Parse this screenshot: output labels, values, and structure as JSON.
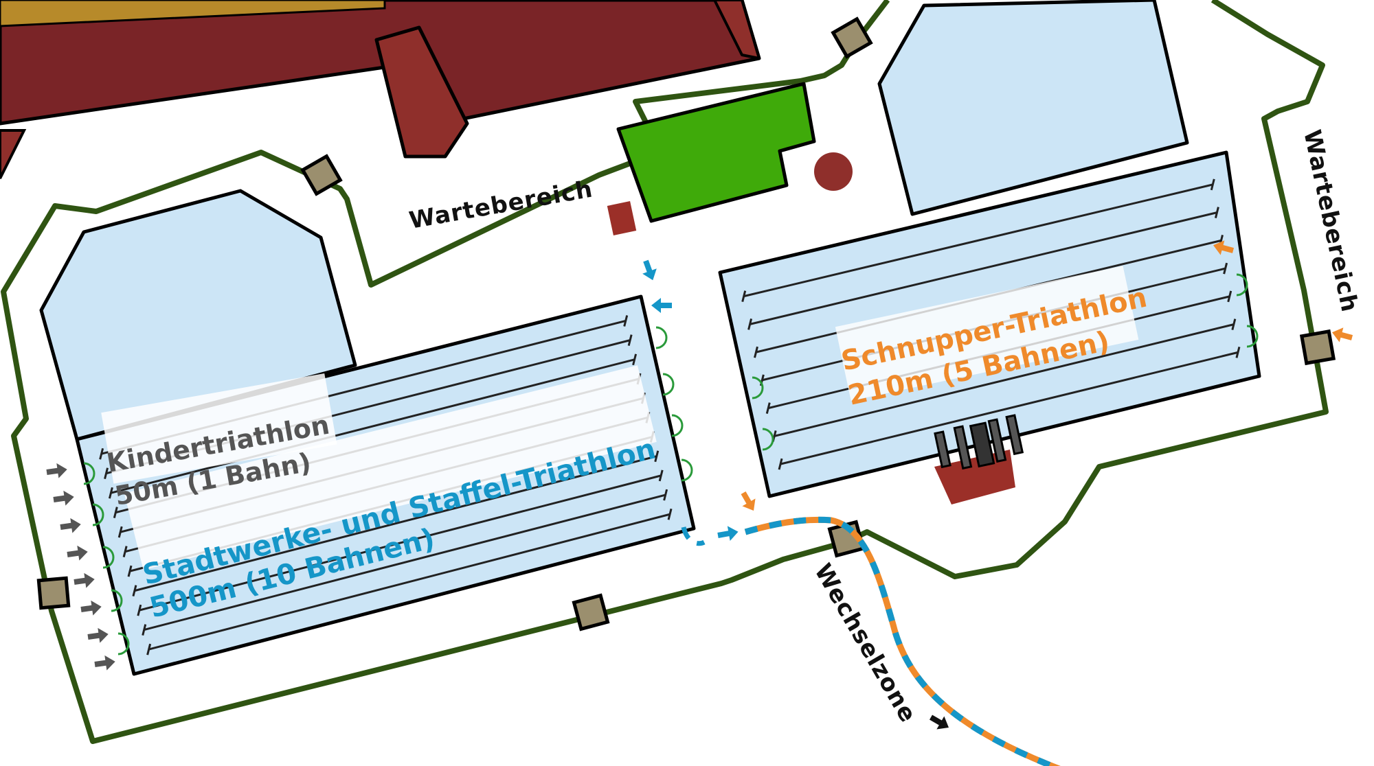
{
  "map": {
    "labels": {
      "waiting_area_left": "Wartebereich",
      "waiting_area_right": "Wartebereich",
      "transition_zone": "Wechselzone",
      "kids_line1": "Kindertriathlon",
      "kids_line2": "50m (1 Bahn)",
      "main_line1": "Stadtwerke- und Staffel-Triathlon",
      "main_line2": "500m (10 Bahnen)",
      "taster_line1": "Schnupper-Triathlon",
      "taster_line2": "210m (5 Bahnen)"
    },
    "icons": {
      "entry_arrow": "arrow-right-icon",
      "turn_marker": "turn-loop-icon",
      "gate": "gate-square-icon",
      "starting_block": "starting-block-icon"
    },
    "colors": {
      "pool_water": "#cce5f6",
      "fence": "#2f5412",
      "building_roof": "#7a2427",
      "building_roof_light": "#8f2f2b",
      "lawn": "#3faa0a",
      "gate": "#9b8f6e",
      "kids_route": "#555555",
      "main_route": "#1596c8",
      "taster_route": "#ef8a2b",
      "start_marker": "#9b2f28",
      "diving_circle": "#b24f0c"
    }
  }
}
